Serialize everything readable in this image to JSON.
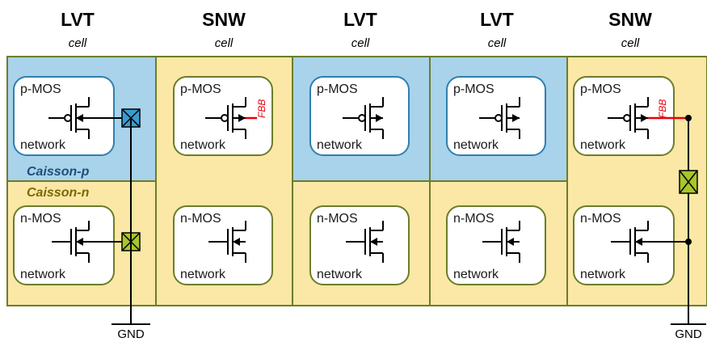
{
  "columns": [
    {
      "type": "LVT",
      "sub": "cell"
    },
    {
      "type": "SNW",
      "sub": "cell"
    },
    {
      "type": "LVT",
      "sub": "cell"
    },
    {
      "type": "LVT",
      "sub": "cell"
    },
    {
      "type": "SNW",
      "sub": "cell"
    }
  ],
  "networks": {
    "pmos_top": "p-MOS",
    "nmos_top": "n-MOS",
    "bottom": "network"
  },
  "wells": {
    "p_label": "Caisson-p",
    "n_label": "Caisson-n"
  },
  "fbb_label": "FBB",
  "ground_label": "GND",
  "colors": {
    "p_well_fill": "#a9d3ea",
    "n_well_fill": "#fbe7a6",
    "outline": "#6b7d2a",
    "fbb_red": "#e8000b",
    "contact_blue": "#3a9bd0",
    "contact_green": "#a8c52a"
  }
}
